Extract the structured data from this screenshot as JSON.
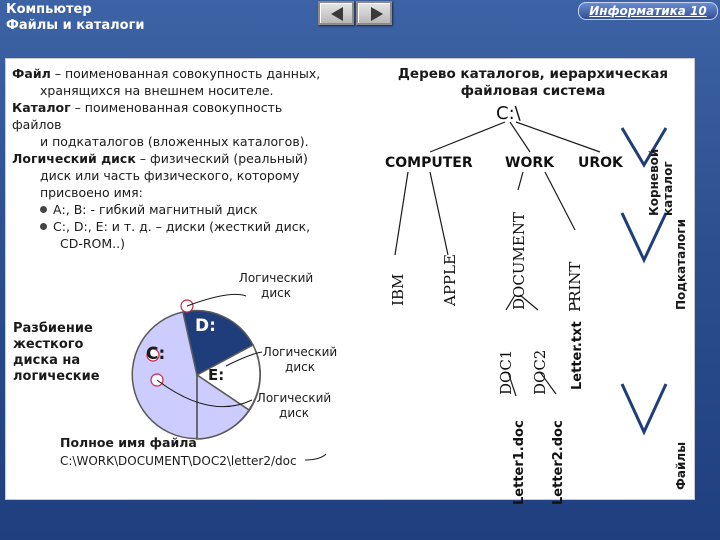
{
  "header": {
    "title_line1": "Компьютер",
    "title_line2": "Файлы и каталоги",
    "nav_back": "back",
    "nav_forward": "forward",
    "link_label": "Информатика 10"
  },
  "definitions": {
    "file_term": "Файл",
    "file_text": " – поименованная совокупность данных,",
    "file_text2": "хранящихся на внешнем носителе.",
    "catalog_term": "Каталог",
    "catalog_text": " – поименованная совокупность файлов",
    "catalog_text2": "и подкаталогов (вложенных каталогов).",
    "logical_term": "Логический диск",
    "logical_text": " – физический (реальный)",
    "logical_text2": "диск или часть физического, которому",
    "logical_text3": "присвоено имя:",
    "bullet1": "А:, В: - гибкий магнитный диск",
    "bullet2": "С:, D:, E: и т. д. – диски (жесткий диск,",
    "bullet2b": "CD-ROM..)"
  },
  "disk": {
    "section_label": "Разбиение жесткого диска на логические",
    "c_label": "C:",
    "d_label": "D:",
    "e_label": "E:",
    "ld_label_top": "Логический диск",
    "ld_label_mid": "Логический диск",
    "ld_label_bottom": "Логический диск",
    "colors": {
      "c": "#ccccff",
      "d": "#1f3d7a",
      "e": "#ffffff",
      "outline": "#5a5a5a",
      "marker": "#cc2244"
    }
  },
  "fullpath": {
    "label": "Полное имя файла",
    "value": "C:\\WORK\\DOCUMENT\\DOC2\\letter2/doc"
  },
  "tree": {
    "title": "Дерево каталогов, иерархическая файловая система",
    "root": "C:\\",
    "dirs": [
      "COMPUTER",
      "WORK",
      "UROK"
    ],
    "computer_children": [
      "IBM",
      "APPLE"
    ],
    "work_children": [
      "DOCUMENT",
      "PRINT"
    ],
    "document_children": [
      "DOC1",
      "DOC2"
    ],
    "print_children": [
      "Letter.txt"
    ],
    "doc_files": [
      "Letter1.doc",
      "Letter2.doc"
    ],
    "category_labels": {
      "root_catalog": "Корневой каталог",
      "subcatalogs": "Подкаталоги",
      "files": "Файлы"
    },
    "colors": {
      "line": "#1a1a1a",
      "check": "#1f3d7a"
    }
  }
}
